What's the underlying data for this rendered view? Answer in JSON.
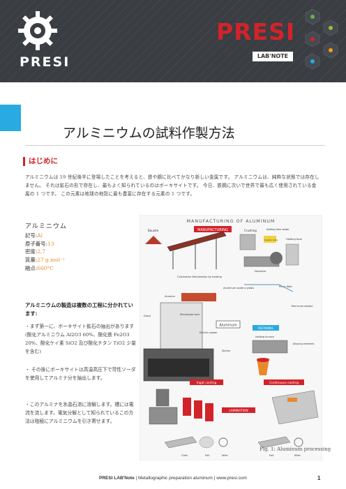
{
  "header": {
    "logo_text": "PRESI",
    "brand": "PRESI",
    "lab_note": "LAB'NOTE"
  },
  "title": "アルミニウムの試料作製方法",
  "section": {
    "heading": "はじめに"
  },
  "intro": "アルミニウムは 19 世紀後半に登場したことを考えると、鉄や鋼に比べてかなり新しい金属です。 アルミニウムは、純粋な状態では存在しません。 それは鉱石の形で存在し、最もよく知られているのはボーキサイトです。 今日、鉄鋼に次いで世界で最も広く使用されている金属の 1 つです。 この元素は地球の地殻に最も豊富に存在する元素の 1 つです。",
  "element": {
    "name": "アルミニウム",
    "symbol_label": "記号:",
    "symbol": "Al",
    "number_label": "原子番号:",
    "number": "13",
    "density_label": "密度:",
    "density": "2,7",
    "mass_label": "質量:",
    "mass": "27 g.mol⁻¹",
    "melting_label": "融点:",
    "melting": "660°C"
  },
  "manufacturing": {
    "intro": "アルミニウムの製造は複数の工程に分かれています:",
    "bullets": [
      "・まず第一に、ボーキサイト鉱石の抽出があります (酸化アルミニウム Al2O3 60%、酸化鉄 Fe2O3 20%、酸化ケイ素 SiO2 及び酸化チタン TiO2 少量を含む)",
      "・ その後にボーキサイトは高温高圧下で苛性ソーダを使用してアルミナ分を抽出します。",
      "・このアルミナを氷晶石溶に溶解します。槽には電流を流します。電気分解として知られているこの方法は陰極にアルミニウムを引き寄せます。"
    ]
  },
  "diagram": {
    "title": "MANUFACTURING OF ALUMINUM",
    "manufacturing_label": "MANUFACTURING",
    "refining_label": "REFINING",
    "aluminum_label": "Aluminum",
    "ingot_casting": "Ingot casting",
    "continuous_casting": "Continuous casting",
    "lamination": "LAMINATION",
    "labels": {
      "bauxite": "Bauxite",
      "crushing": "Crushing",
      "adding_lime_water": "Adding lime water",
      "caustic_soda": "Caustic soda",
      "holding_tank": "Holding tank",
      "decanter": "Decanter",
      "calcination": "Calcination Dehydration by heating",
      "alumina": "Alumina",
      "aluminum_oxide": "Aluminum oxide crystals",
      "press_filter": "Press filter",
      "red_mud": "Red mud residue",
      "dross": "Dross",
      "electrolyte_tank": "Electrolyte tank",
      "electric_power": "Electric power",
      "holding_furnace": "Holding furnace",
      "alloying_elements": "Alloying elements",
      "siphon": "Siphon",
      "coils": "Coils",
      "foil": "Foil",
      "wire": "Wire",
      "foil2": "Foil",
      "wire2": "Wire"
    },
    "caption": "Fig. 1: Aluminum processing"
  },
  "footer": {
    "brand": "PRESI LAB'Note",
    "text": " | Metallographic preparation aluminum | www.presi.com",
    "page": "1"
  },
  "colors": {
    "accent_red": "#d2232a",
    "accent_blue": "#29aae1",
    "orange": "#e8892b"
  }
}
